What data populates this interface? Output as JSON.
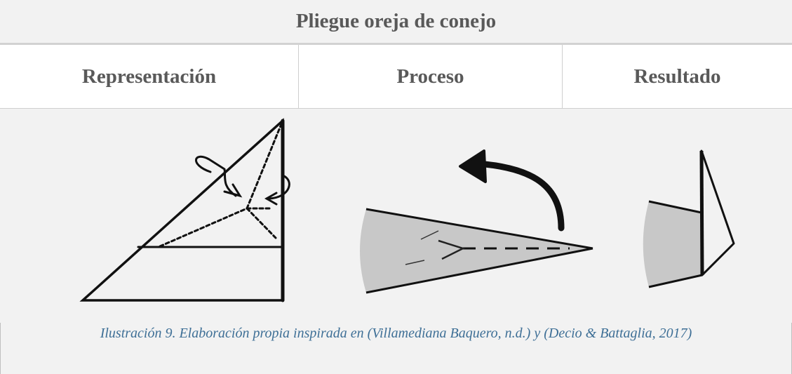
{
  "table": {
    "title": "Pliegue oreja de conejo",
    "headers": [
      "Representación",
      "Proceso",
      "Resultado"
    ],
    "caption": "Ilustración 9. Elaboración propia inspirada en (Villamediana Baquero, n.d.) y (Decio & Battaglia, 2017)"
  },
  "illustrations": [
    {
      "column": "representation",
      "depicts": "triangle with fold lines and arrows"
    },
    {
      "column": "process",
      "depicts": "gray cone with dashed fold line and curved arrow"
    },
    {
      "column": "result",
      "depicts": "folded rabbit ear shape"
    }
  ],
  "colors": {
    "header_text": "#595959",
    "caption_text": "#3e6f96",
    "row_background": "#f2f2f2",
    "paper_fill": "#c8c8c8"
  }
}
